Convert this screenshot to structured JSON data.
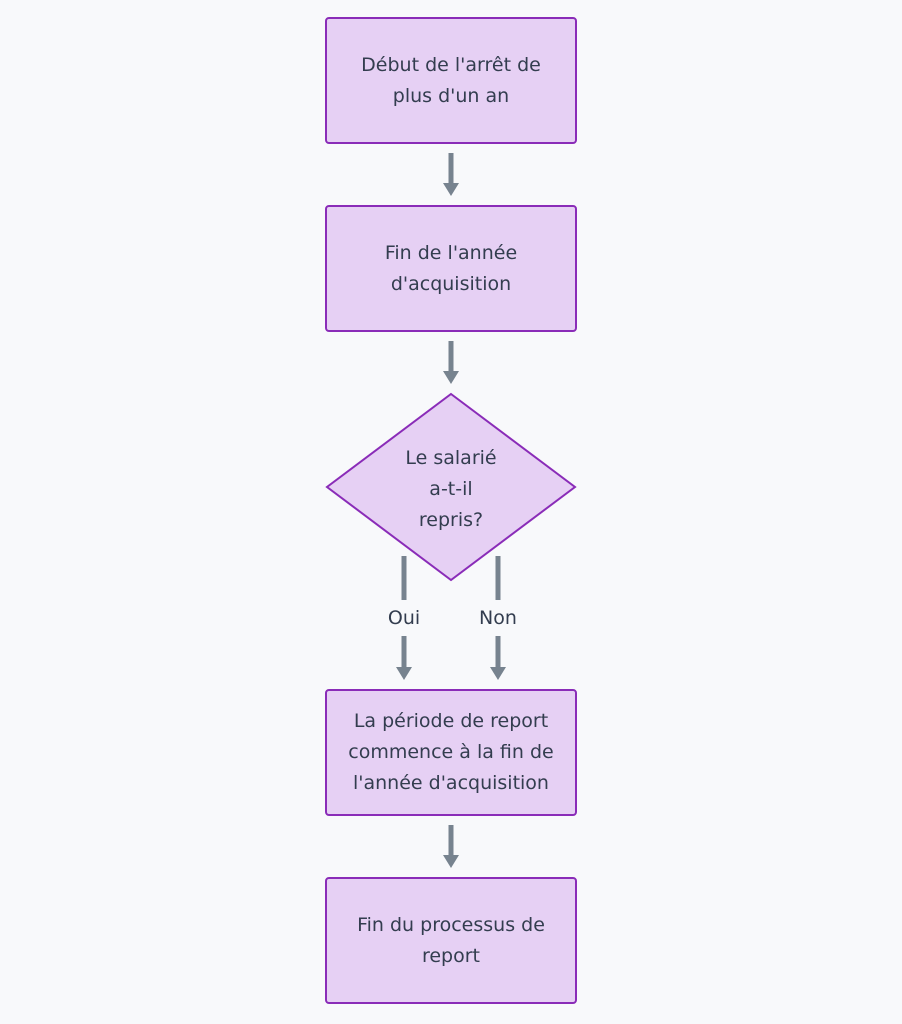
{
  "diagram": {
    "nodes": {
      "start": "Début de l'arrêt de\nplus d'un an",
      "end_year": "Fin de l'année\nd'acquisition",
      "decision": "Le salarié\na-t-il\nrepris?",
      "report_period": "La période de report\ncommence à la fin de\nl'année d'acquisition",
      "end_process": "Fin du processus de\nreport"
    },
    "edges": {
      "yes_label": "Oui",
      "no_label": "Non"
    },
    "colors": {
      "node_fill": "#e6d0f4",
      "node_border": "#8a2cb8",
      "arrow": "#77838f",
      "text": "#333d4f",
      "background": "#f8f9fb"
    }
  }
}
